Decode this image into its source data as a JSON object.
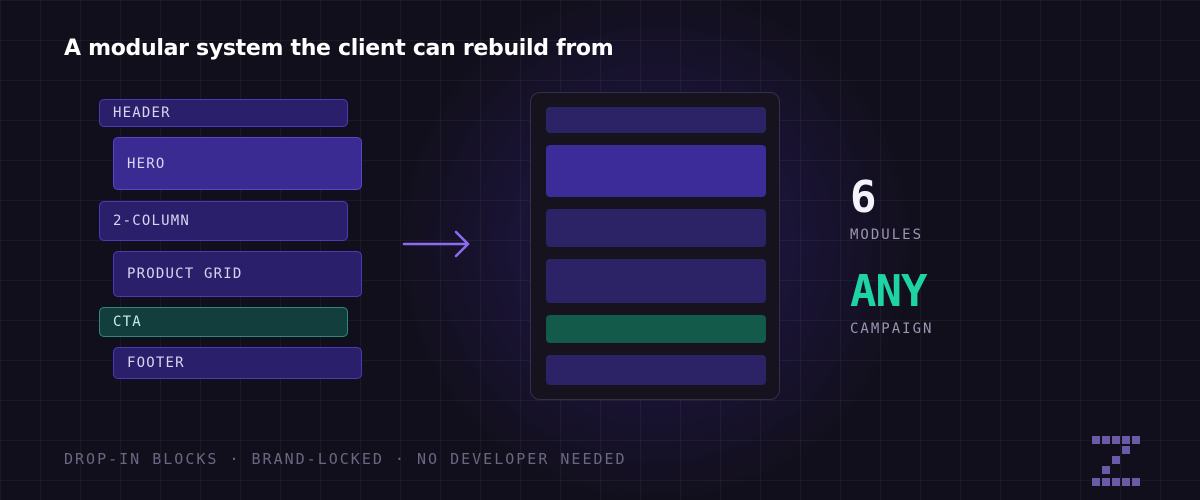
{
  "header": {
    "title": "A modular system the client can rebuild from"
  },
  "modules": [
    {
      "label": "HEADER",
      "kind": "normal"
    },
    {
      "label": "HERO",
      "kind": "hero"
    },
    {
      "label": "2-COLUMN",
      "kind": "normal"
    },
    {
      "label": "PRODUCT GRID",
      "kind": "normal"
    },
    {
      "label": "CTA",
      "kind": "cta"
    },
    {
      "label": "FOOTER",
      "kind": "normal"
    }
  ],
  "stats": [
    {
      "value": "6",
      "label": "MODULES"
    },
    {
      "value": "ANY",
      "label": "CAMPAIGN"
    }
  ],
  "footer": {
    "tagline": "DROP-IN BLOCKS · BRAND-LOCKED · NO DEVELOPER NEEDED"
  },
  "colors": {
    "background": "#120f1c",
    "block": "#2a1f6a",
    "hero": "#3a2b92",
    "cta": "#135a4a",
    "accent_green": "#1fd4a4",
    "accent_purple": "#8b6cf0"
  },
  "icons": {
    "arrow": "arrow-right-icon",
    "logo": "brand-logo"
  }
}
